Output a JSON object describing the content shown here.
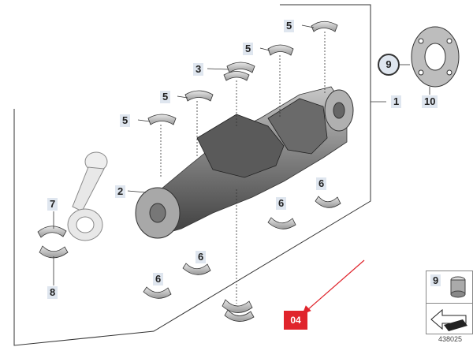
{
  "callouts": {
    "c1": "1",
    "c2": "2",
    "c3": "3",
    "c5a": "5",
    "c5b": "5",
    "c5c": "5",
    "c5d": "5",
    "c6a": "6",
    "c6b": "6",
    "c6c": "6",
    "c6d": "6",
    "c7": "7",
    "c8": "8",
    "c9": "9",
    "c10": "10"
  },
  "highlight_label": "04",
  "legend": {
    "num": "9"
  },
  "diagram_id": "438025",
  "colors": {
    "highlight": "#e0242c",
    "callout_bg": "#dfe6ef",
    "part": "#8c8c8c"
  }
}
